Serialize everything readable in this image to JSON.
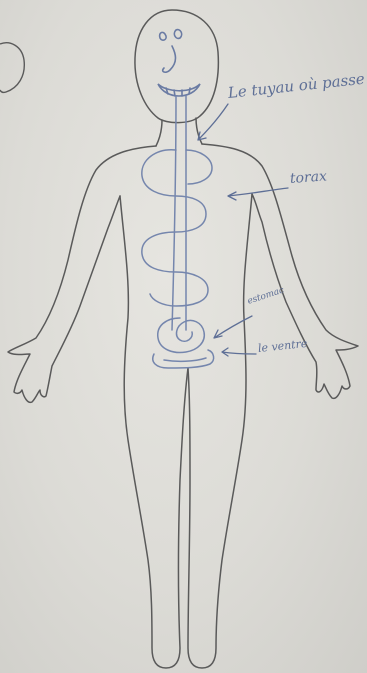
{
  "annotations": {
    "pipe_label": "Le tuyau où passe",
    "thorax_label": "torax",
    "stomach_label": "estomac",
    "belly_label": "le ventre"
  },
  "colors": {
    "paper": "#dcdbd6",
    "pencil": "#5a5a5a",
    "ink": "#5e6f96"
  }
}
